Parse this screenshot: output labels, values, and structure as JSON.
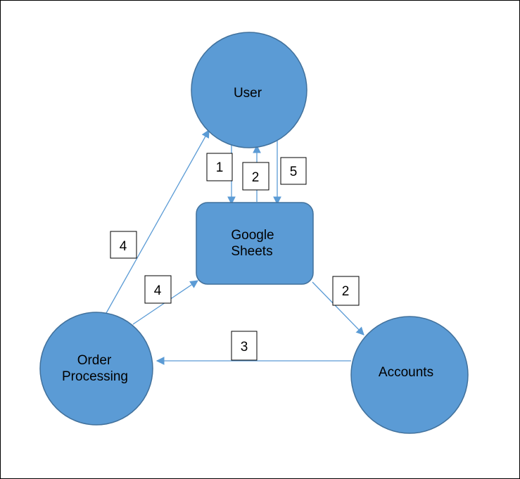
{
  "diagram": {
    "colors": {
      "node_fill": "#5B9BD5",
      "node_stroke": "#41719C",
      "arrow": "#5B9BD5",
      "label_box_border": "#000000",
      "background": "#FFFFFF"
    },
    "nodes": {
      "user": {
        "label": "User",
        "shape": "circle"
      },
      "google_sheets": {
        "line1": "Google",
        "line2": "Sheets",
        "shape": "rounded-rectangle"
      },
      "order_processing": {
        "line1": "Order",
        "line2": "Processing",
        "shape": "circle"
      },
      "accounts": {
        "label": "Accounts",
        "shape": "circle"
      }
    },
    "edges": [
      {
        "from": "User",
        "to": "Google Sheets",
        "step": "1"
      },
      {
        "from": "Google Sheets",
        "to": "User",
        "step": "2"
      },
      {
        "from": "User",
        "to": "Google Sheets",
        "step": "5"
      },
      {
        "from": "Order Processing",
        "to": "User",
        "step": "4"
      },
      {
        "from": "Order Processing",
        "to": "Google Sheets",
        "step": "4"
      },
      {
        "from": "Google Sheets",
        "to": "Accounts",
        "step": "2"
      },
      {
        "from": "Accounts",
        "to": "Order Processing",
        "step": "3"
      }
    ]
  }
}
